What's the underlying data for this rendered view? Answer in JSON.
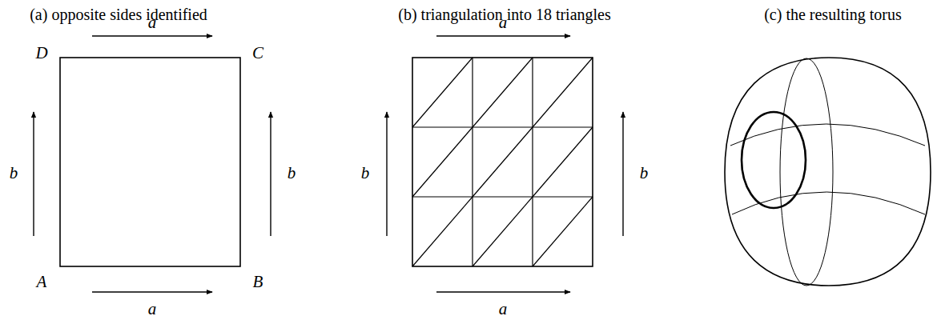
{
  "diagram": {
    "labels": [
      "(a) opposite sides identified",
      "(b) triangulation into 18 triangles",
      "(c) the resulting torus",
      "a",
      "D",
      "C",
      "b",
      "b",
      "A",
      "B",
      "a",
      "a",
      "b",
      "b",
      "a"
    ]
  }
}
